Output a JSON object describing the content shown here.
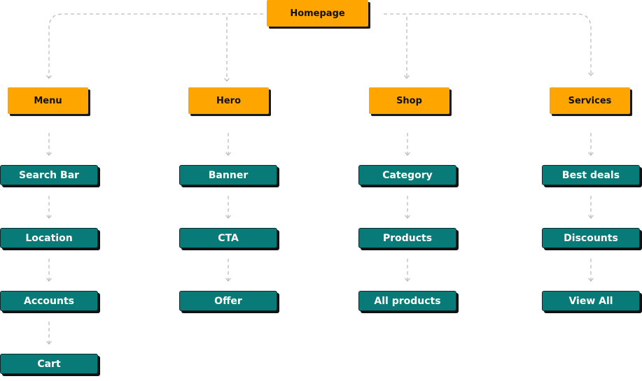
{
  "root": {
    "label": "Homepage"
  },
  "categories": [
    {
      "label": "Menu"
    },
    {
      "label": "Hero"
    },
    {
      "label": "Shop"
    },
    {
      "label": "Services"
    }
  ],
  "columns": [
    {
      "items": [
        "Search Bar",
        "Location",
        "Accounts",
        "Cart"
      ]
    },
    {
      "items": [
        "Banner",
        "CTA",
        "Offer"
      ]
    },
    {
      "items": [
        "Category",
        "Products",
        "All products"
      ]
    },
    {
      "items": [
        "Best deals",
        "Discounts",
        "View All"
      ]
    }
  ],
  "colors": {
    "category_fill": "#FFA500",
    "leaf_fill": "#087B78",
    "connector": "#bdbdbd"
  }
}
